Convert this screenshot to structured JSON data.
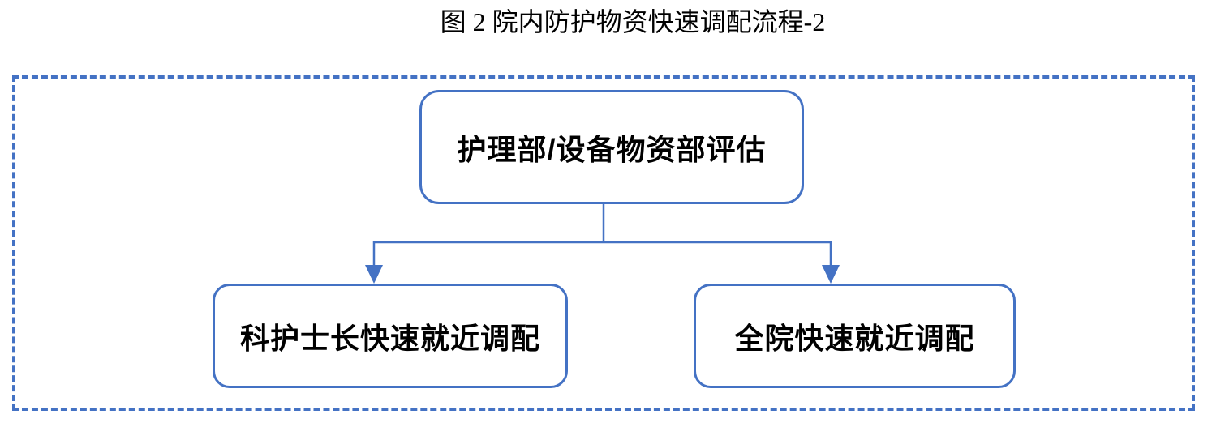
{
  "title": "图 2 院内防护物资快速调配流程-2",
  "nodes": {
    "root": {
      "label": "护理部/设备物资部评估"
    },
    "left": {
      "label": "科护士长快速就近调配"
    },
    "right": {
      "label": "全院快速就近调配"
    }
  },
  "connectors": {
    "from": "root",
    "to": [
      "left",
      "right"
    ],
    "style": "elbow-with-solid-triangle-arrowheads"
  },
  "colors": {
    "accent": "#4472C4",
    "text": "#000000",
    "background": "#FFFFFF"
  }
}
